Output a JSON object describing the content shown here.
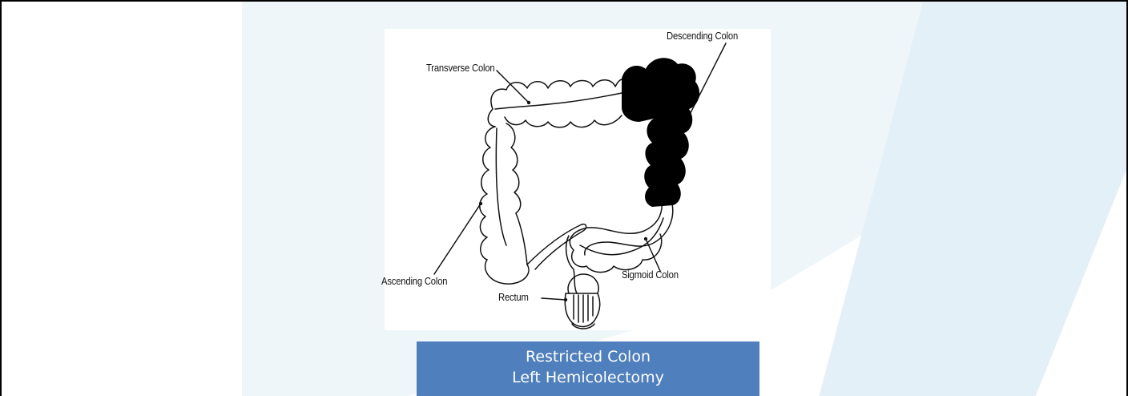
{
  "diagram": {
    "labels": {
      "transverse": "Transverse Colon",
      "descending": "Descending Colon",
      "ascending": "Ascending Colon",
      "sigmoid": "Sigmoid Colon",
      "rectum": "Rectum"
    },
    "caption": {
      "line1": "Restricted Colon",
      "line2": "Left Hemicolectomy"
    },
    "highlight_color": "#000000",
    "caption_color": "#4f7fbc",
    "background_accent": "#e7f2f8"
  }
}
